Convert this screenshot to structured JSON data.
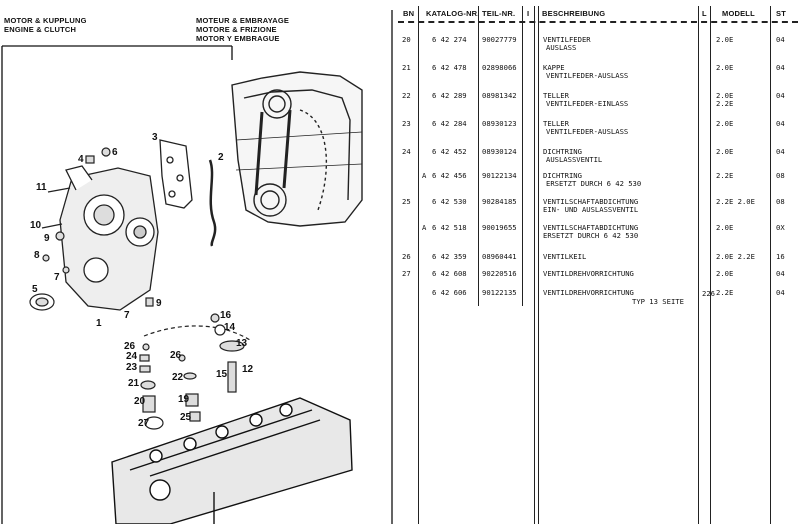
{
  "header": {
    "left": [
      "MOTOR & KUPPLUNG",
      "ENGINE & CLUTCH"
    ],
    "center": [
      "MOTEUR & EMBRAYAGE",
      "MOTORE & FRIZIONE",
      "MOTOR Y EMBRAGUE"
    ]
  },
  "table": {
    "columns": [
      "BN",
      "KATALOG-NR.",
      "TEIL-NR.",
      "I",
      "BESCHREIBUNG",
      "L",
      "MODELL",
      "ST"
    ],
    "rows": [
      {
        "bn": "20",
        "prefix": "",
        "katalog": "6 42 274",
        "teil": "90027779",
        "desc": [
          "VENTILFEDER",
          "AUSLASS"
        ],
        "modell": [
          "2.0E"
        ],
        "st": "04"
      },
      {
        "bn": "21",
        "prefix": "",
        "katalog": "6 42 478",
        "teil": "02898066",
        "desc": [
          "KAPPE",
          "VENTILFEDER-AUSLASS"
        ],
        "modell": [
          "2.0E"
        ],
        "st": "04"
      },
      {
        "bn": "22",
        "prefix": "",
        "katalog": "6 42 289",
        "teil": "08981342",
        "desc": [
          "TELLER",
          "VENTILFEDER-EINLASS"
        ],
        "modell": [
          "2.0E",
          "2.2E"
        ],
        "st": "04"
      },
      {
        "bn": "23",
        "prefix": "",
        "katalog": "6 42 284",
        "teil": "08930123",
        "desc": [
          "TELLER",
          "VENTILFEDER-AUSLASS"
        ],
        "modell": [
          "2.0E"
        ],
        "st": "04"
      },
      {
        "bn": "24",
        "prefix": "",
        "katalog": "6 42 452",
        "teil": "08930124",
        "desc": [
          "DICHTRING",
          "AUSLASSVENTIL"
        ],
        "modell": [
          "2.0E"
        ],
        "st": "04"
      },
      {
        "bn": "",
        "prefix": "A",
        "katalog": "6 42 456",
        "teil": "90122134",
        "desc": [
          "DICHTRING",
          "ERSETZT DURCH 6 42 530"
        ],
        "modell": [
          "2.2E"
        ],
        "st": "08"
      },
      {
        "bn": "25",
        "prefix": "",
        "katalog": "6 42 530",
        "teil": "90284185",
        "desc": [
          "VENTILSCHAFTABDICHTUNG",
          "EIN- UND AUSLASSVENTIL"
        ],
        "modell": [
          "2.2E 2.0E"
        ],
        "st": "08"
      },
      {
        "bn": "",
        "prefix": "A",
        "katalog": "6 42 518",
        "teil": "90019655",
        "desc": [
          "VENTILSCHAFTABDICHTUNG",
          "ERSETZT DURCH 6 42 530"
        ],
        "modell": [
          "2.0E"
        ],
        "st": "0X"
      },
      {
        "bn": "26",
        "prefix": "",
        "katalog": "6 42 359",
        "teil": "08960441",
        "desc": [
          "VENTILKEIL"
        ],
        "modell": [
          "2.0E 2.2E"
        ],
        "st": "16"
      },
      {
        "bn": "27",
        "prefix": "",
        "katalog": "6 42 608",
        "teil": "90220516",
        "desc": [
          "VENTILDREHVORRICHTUNG"
        ],
        "modell": [
          "2.0E"
        ],
        "st": "04"
      },
      {
        "bn": "",
        "prefix": "",
        "katalog": "6 42 606",
        "teil": "90122135",
        "desc": [
          "VENTILDREHVORRICHTUNG"
        ],
        "modell": [
          "2.2E"
        ],
        "st": "04"
      }
    ],
    "footer": {
      "typ": "TYP 13 SEITE",
      "page": "226"
    }
  },
  "callouts": [
    "1",
    "2",
    "3",
    "4",
    "5",
    "6",
    "7",
    "7",
    "8",
    "9",
    "9",
    "10",
    "11",
    "12",
    "13",
    "14",
    "15",
    "16",
    "19",
    "20",
    "21",
    "22",
    "23",
    "24",
    "25",
    "26",
    "26",
    "27"
  ]
}
